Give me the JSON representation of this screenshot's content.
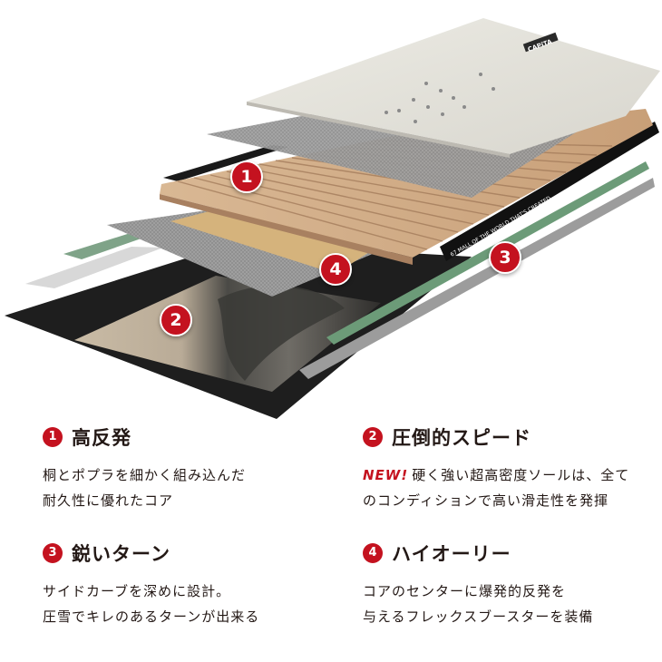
{
  "diagram": {
    "markers": [
      "1",
      "2",
      "3",
      "4"
    ],
    "top_sheet_logo": "CAPiTA",
    "sidewall_text": "67  MALL OF THE WORLD THAT'S CREATED"
  },
  "features": [
    {
      "number": "1",
      "title": "高反発",
      "lines": [
        "桐とポプラを細かく組み込んだ",
        "耐久性に優れたコア"
      ]
    },
    {
      "number": "2",
      "title": "圧倒的スピード",
      "new_badge": "NEW!",
      "lines": [
        "硬く強い超高密度ソールは、全て",
        "のコンディションで高い滑走性を発揮"
      ]
    },
    {
      "number": "3",
      "title": "鋭いターン",
      "lines": [
        "サイドカーブを深めに設計。",
        "圧雪でキレのあるターンが出来る"
      ]
    },
    {
      "number": "4",
      "title": "ハイオーリー",
      "lines": [
        "コアのセンターに爆発的反発を",
        "与えるフレックスブースターを装備"
      ]
    }
  ]
}
